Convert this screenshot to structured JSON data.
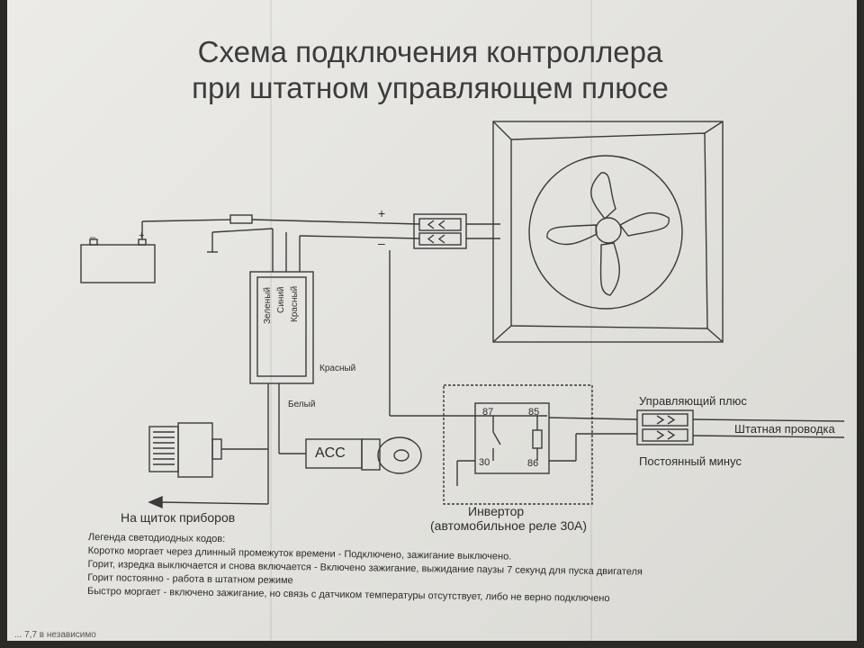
{
  "title": {
    "line1": "Схема подключения контроллера",
    "line2": "при штатном управляющем плюсе"
  },
  "labels": {
    "plus": "+",
    "minus": "–",
    "battery_minus": "–",
    "battery_plus": "+",
    "wire_green": "Зеленый",
    "wire_blue": "Синий",
    "wire_red_vertical": "Красный",
    "wire_red": "Красный",
    "wire_white": "Белый",
    "acc": "ACC",
    "dashboard": "На щиток приборов",
    "relay_87": "87",
    "relay_85": "85",
    "relay_30": "30",
    "relay_86": "86",
    "inverter_line1": "Инвертор",
    "inverter_line2": "(автомобильное реле 30А)",
    "control_plus": "Управляющий плюс",
    "factory_wiring": "Штатная проводка",
    "constant_minus": "Постоянный минус"
  },
  "legend": {
    "heading": "Легенда светодиодных кодов:",
    "items": [
      "Коротко моргает через длинный промежуток времени - Подключено, зажигание выключено.",
      "Горит, изредка выключается и снова включается - Включено зажигание, выжидание паузы 7 секунд для пуска двигателя",
      "Горит постоянно - работа в штатном режиме",
      "Быстро моргает - включено зажигание, но связь с датчиком температуры отсутствует, либо не верно подключено"
    ]
  },
  "bottom_scrap": "...  7,7 в независимо",
  "colors": {
    "paper": "#e6e5e1",
    "ink": "#3a3a3a",
    "background": "#2b2a27"
  }
}
